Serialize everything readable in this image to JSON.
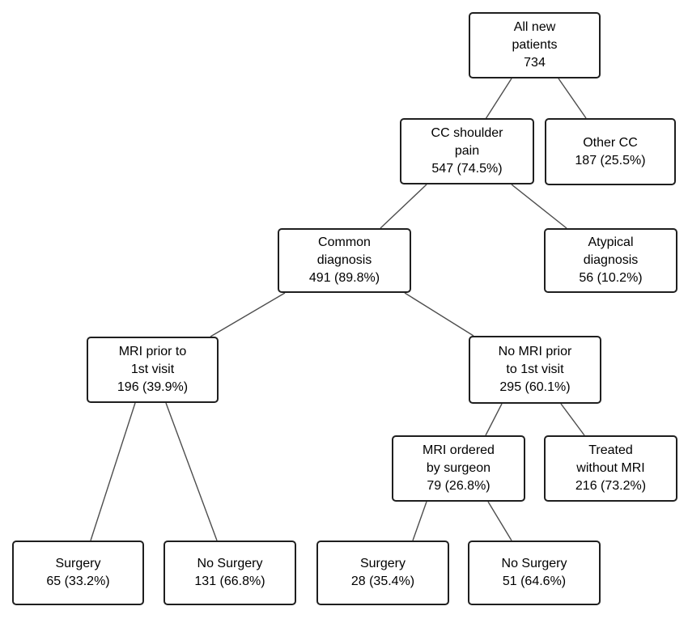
{
  "diagram": {
    "type": "flowchart",
    "colors": {
      "background": "#ffffff",
      "box_border": "#1f1f1f",
      "connector": "#4d4d4d",
      "text": "#000000"
    },
    "nodes": {
      "all_new_patients": {
        "lines": [
          "All new",
          "patients",
          "734"
        ]
      },
      "cc_shoulder_pain": {
        "lines": [
          "CC shoulder",
          "pain",
          "547 (74.5%)"
        ]
      },
      "other_cc": {
        "lines": [
          "Other CC",
          "187 (25.5%)"
        ]
      },
      "common_diagnosis": {
        "lines": [
          "Common",
          "diagnosis",
          "491 (89.8%)"
        ]
      },
      "atypical_diagnosis": {
        "lines": [
          "Atypical",
          "diagnosis",
          "56 (10.2%)"
        ]
      },
      "mri_prior": {
        "lines": [
          "MRI prior to",
          "1st visit",
          "196 (39.9%)"
        ]
      },
      "no_mri_prior": {
        "lines": [
          "No MRI prior",
          "to 1st visit",
          "295 (60.1%)"
        ]
      },
      "mri_ordered_by_surgeon": {
        "lines": [
          "MRI ordered",
          "by surgeon",
          "79 (26.8%)"
        ]
      },
      "treated_without_mri": {
        "lines": [
          "Treated",
          "without MRI",
          "216 (73.2%)"
        ]
      },
      "surgery_prior_mri": {
        "lines": [
          "Surgery",
          "65 (33.2%)"
        ]
      },
      "no_surgery_prior_mri": {
        "lines": [
          "No Surgery",
          "131 (66.8%)"
        ]
      },
      "surgery_ordered_mri": {
        "lines": [
          "Surgery",
          "28 (35.4%)"
        ]
      },
      "no_surgery_ordered_mri": {
        "lines": [
          "No Surgery",
          "51 (64.6%)"
        ]
      }
    },
    "edges": [
      {
        "from": "all_new_patients",
        "to": "cc_shoulder_pain"
      },
      {
        "from": "all_new_patients",
        "to": "other_cc"
      },
      {
        "from": "cc_shoulder_pain",
        "to": "common_diagnosis"
      },
      {
        "from": "cc_shoulder_pain",
        "to": "atypical_diagnosis"
      },
      {
        "from": "common_diagnosis",
        "to": "mri_prior"
      },
      {
        "from": "common_diagnosis",
        "to": "no_mri_prior"
      },
      {
        "from": "mri_prior",
        "to": "surgery_prior_mri"
      },
      {
        "from": "mri_prior",
        "to": "no_surgery_prior_mri"
      },
      {
        "from": "no_mri_prior",
        "to": "mri_ordered_by_surgeon"
      },
      {
        "from": "no_mri_prior",
        "to": "treated_without_mri"
      },
      {
        "from": "mri_ordered_by_surgeon",
        "to": "surgery_ordered_mri"
      },
      {
        "from": "mri_ordered_by_surgeon",
        "to": "no_surgery_ordered_mri"
      }
    ]
  }
}
